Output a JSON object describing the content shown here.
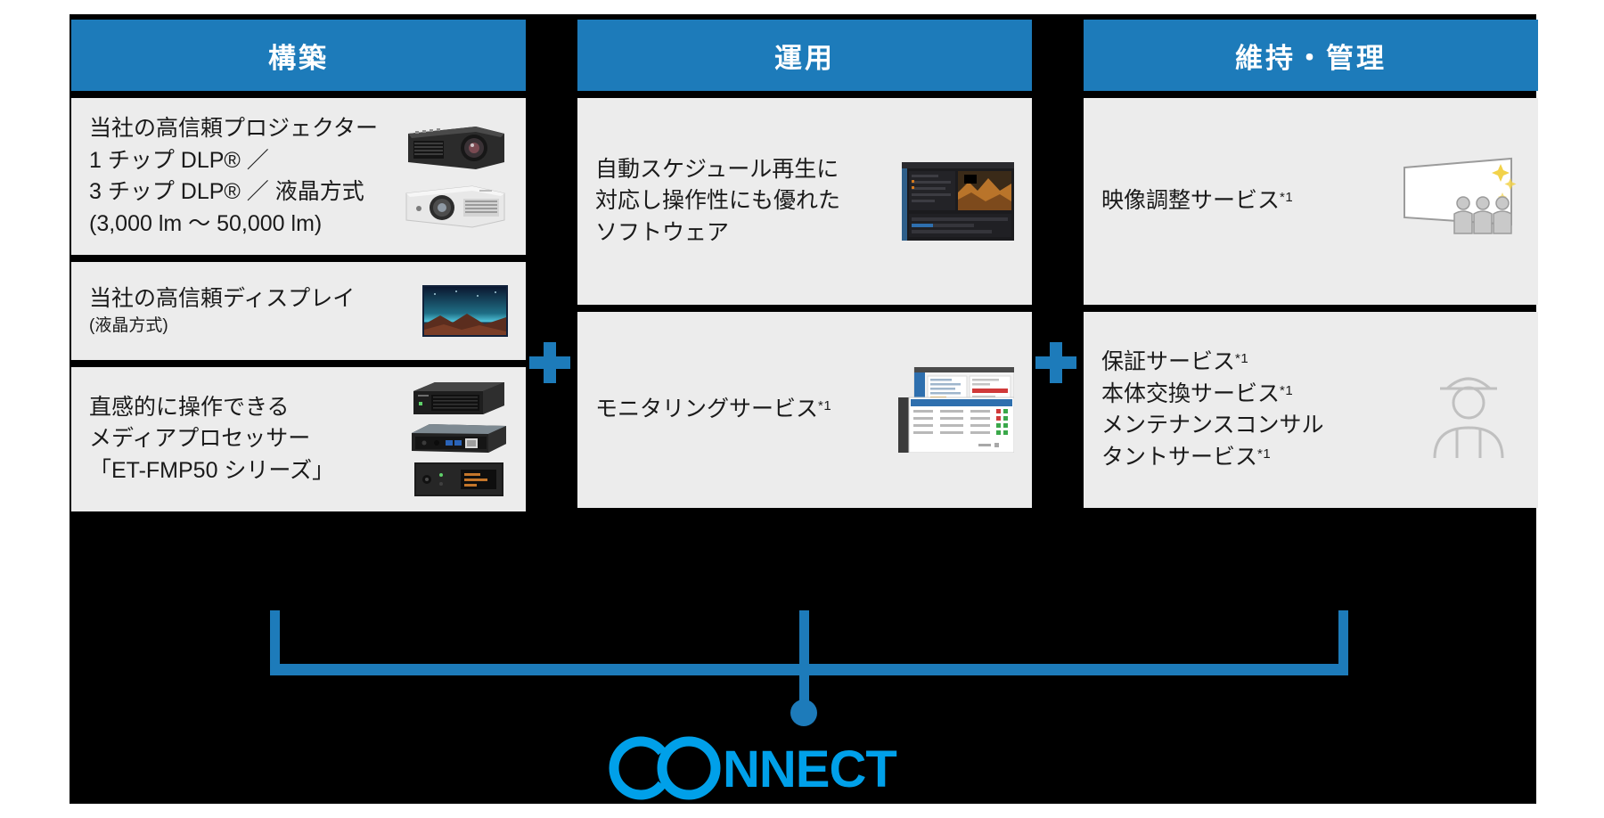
{
  "diagram": {
    "title": "CONNECT solution columns",
    "accent_color": "#1d7bba",
    "logo_color": "#00a0e9",
    "panel_bg": "#000000",
    "cell_bg": "#ececec",
    "plus_symbol": "+",
    "logo_text": "CONNECT"
  },
  "columns": [
    {
      "id": "build",
      "header": "構築",
      "cells": [
        {
          "id": "projector",
          "lines": [
            {
              "text": "当社の高信頼プロジェクター",
              "size": "main"
            },
            {
              "text": "1 チップ DLP® ／",
              "size": "sub"
            },
            {
              "text": "3 チップ DLP® ／ 液晶方式",
              "size": "sub"
            },
            {
              "text": "(3,000 lm 〜 50,000 lm)",
              "size": "sub"
            }
          ],
          "media": [
            "projector-black-icon",
            "projector-white-icon"
          ]
        },
        {
          "id": "display",
          "lines": [
            {
              "text": "当社の高信頼ディスプレイ",
              "size": "main"
            },
            {
              "text": "(液晶方式)",
              "size": "small"
            }
          ],
          "media": [
            "display-panel-icon"
          ]
        },
        {
          "id": "media-processor",
          "lines": [
            {
              "text": "直感的に操作できる",
              "size": "main"
            },
            {
              "text": "メディアプロセッサー",
              "size": "main"
            },
            {
              "text": "「ET-FMP50 シリーズ」",
              "size": "main"
            }
          ],
          "media": [
            "server-chassis-icon",
            "rack-unit-icon",
            "front-panel-icon"
          ]
        }
      ]
    },
    {
      "id": "operation",
      "header": "運用",
      "cells": [
        {
          "id": "software",
          "lines": [
            {
              "text": "自動スケジュール再生に",
              "size": "main"
            },
            {
              "text": "対応し操作性にも優れた",
              "size": "main"
            },
            {
              "text": "ソフトウェア",
              "size": "main"
            }
          ],
          "media": [
            "software-screenshot-icon"
          ]
        },
        {
          "id": "monitoring",
          "lines": [
            {
              "text": "モニタリングサービス",
              "size": "main",
              "note": "*1"
            }
          ],
          "media": [
            "monitoring-dashboard-icon"
          ]
        }
      ]
    },
    {
      "id": "maintenance",
      "header": "維持・管理",
      "cells": [
        {
          "id": "image-adjustment",
          "lines": [
            {
              "text": "映像調整サービス",
              "size": "main",
              "note": "*1"
            }
          ],
          "media": [
            "screen-calibration-icon"
          ]
        },
        {
          "id": "support-services",
          "lines": [
            {
              "text": "保証サービス",
              "size": "main",
              "note": "*1"
            },
            {
              "text": "本体交換サービス",
              "size": "main",
              "note": "*1"
            },
            {
              "text": "メンテナンスコンサル",
              "size": "main"
            },
            {
              "text": "タントサービス",
              "size": "main",
              "note": "*1"
            }
          ],
          "media": [
            "technician-icon"
          ]
        }
      ]
    }
  ]
}
